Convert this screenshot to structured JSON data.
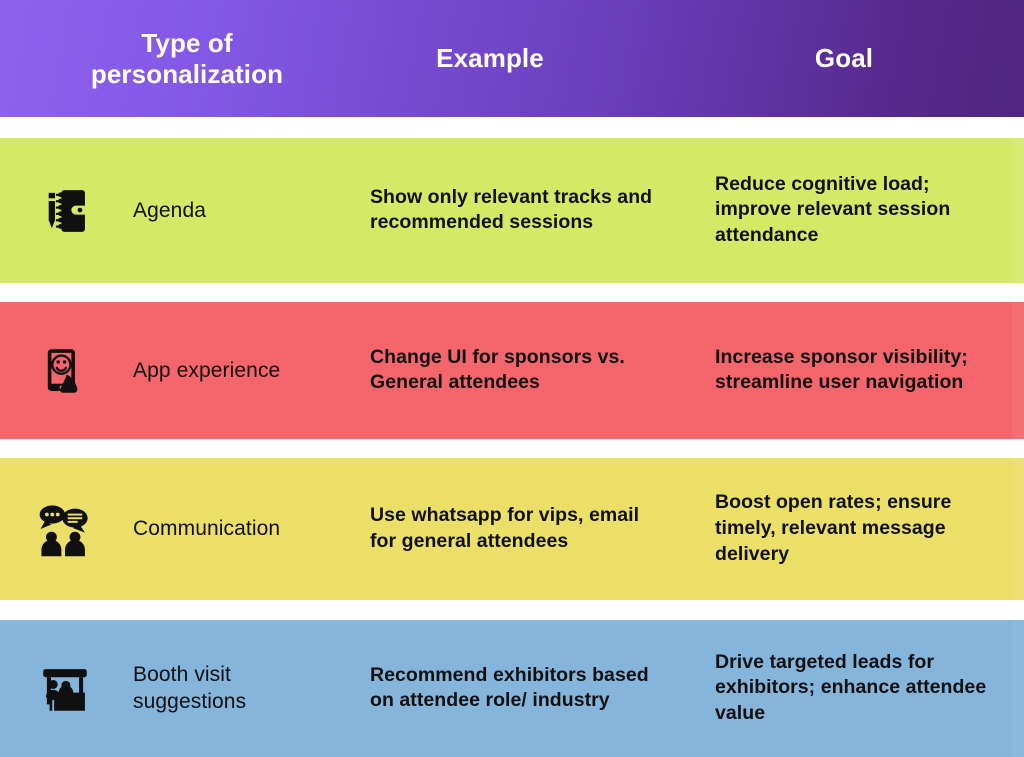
{
  "header": {
    "gradient_from": "#8f62ee",
    "gradient_to": "#512581",
    "columns": [
      {
        "label": "Type of\npersonalization"
      },
      {
        "label": "Example"
      },
      {
        "label": "Goal"
      }
    ]
  },
  "rows": [
    {
      "color": "#d4ea66",
      "icon": "notebook-pen-icon",
      "type": "Agenda",
      "example": "Show only relevant tracks and recommended sessions",
      "goal": "Reduce cognitive load; improve relevant session attendance"
    },
    {
      "color": "#f4666b",
      "icon": "smartphone-smiley-hand-icon",
      "type": "App experience",
      "example": "Change UI for sponsors vs. General attendees",
      "goal": "Increase sponsor visibility; streamline user navigation"
    },
    {
      "color": "#ecdf68",
      "icon": "speech-bubbles-people-icon",
      "type": "Communication",
      "example": "Use whatsapp for vips, email for general attendees",
      "goal": "Boost open rates; ensure timely, relevant message delivery"
    },
    {
      "color": "#86b5dc",
      "icon": "exhibition-booth-icon",
      "type": "Booth visit suggestions",
      "example": "Recommend exhibitors based on attendee role/ industry",
      "goal": "Drive targeted leads for exhibitors; enhance attendee value"
    }
  ]
}
